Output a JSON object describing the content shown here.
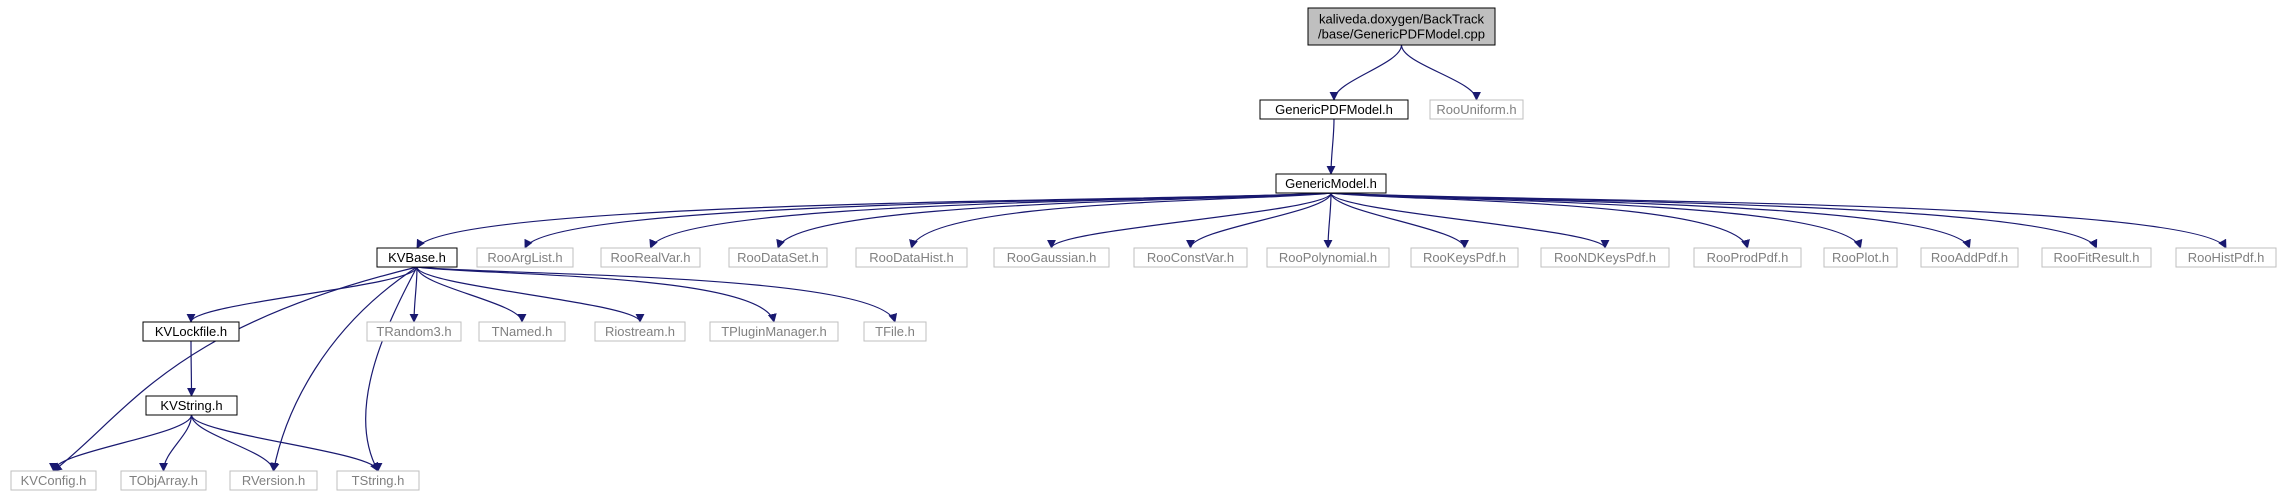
{
  "title": "kaliveda.doxygen/BackTrack/base/GenericPDFModel.cpp",
  "colors": {
    "edge": "#191970",
    "root_fill": "#bfbfbf",
    "documented_border": "#000000",
    "undocumented_border": "#bfbfbf",
    "undocumented_text": "#808080"
  },
  "nodes": [
    {
      "id": "root",
      "lines": [
        "kaliveda.doxygen/BackTrack",
        "/base/GenericPDFModel.cpp"
      ],
      "style": "root"
    },
    {
      "id": "genericpdfmodel_h",
      "lines": [
        "GenericPDFModel.h"
      ],
      "style": "documented"
    },
    {
      "id": "roouniform_h",
      "lines": [
        "RooUniform.h"
      ],
      "style": "external"
    },
    {
      "id": "genericmodel_h",
      "lines": [
        "GenericModel.h"
      ],
      "style": "documented"
    },
    {
      "id": "kvbase_h",
      "lines": [
        "KVBase.h"
      ],
      "style": "documented"
    },
    {
      "id": "rooarglist_h",
      "lines": [
        "RooArgList.h"
      ],
      "style": "external"
    },
    {
      "id": "roorealvar_h",
      "lines": [
        "RooRealVar.h"
      ],
      "style": "external"
    },
    {
      "id": "roodataset_h",
      "lines": [
        "RooDataSet.h"
      ],
      "style": "external"
    },
    {
      "id": "roodatahist_h",
      "lines": [
        "RooDataHist.h"
      ],
      "style": "external"
    },
    {
      "id": "roogaussian_h",
      "lines": [
        "RooGaussian.h"
      ],
      "style": "external"
    },
    {
      "id": "rooconstvar_h",
      "lines": [
        "RooConstVar.h"
      ],
      "style": "external"
    },
    {
      "id": "roopolynomial_h",
      "lines": [
        "RooPolynomial.h"
      ],
      "style": "external"
    },
    {
      "id": "rookeyspdf_h",
      "lines": [
        "RooKeysPdf.h"
      ],
      "style": "external"
    },
    {
      "id": "roondkeyspdf_h",
      "lines": [
        "RooNDKeysPdf.h"
      ],
      "style": "external"
    },
    {
      "id": "rooprodpdf_h",
      "lines": [
        "RooProdPdf.h"
      ],
      "style": "external"
    },
    {
      "id": "rooplot_h",
      "lines": [
        "RooPlot.h"
      ],
      "style": "external"
    },
    {
      "id": "rooaddpdf_h",
      "lines": [
        "RooAddPdf.h"
      ],
      "style": "external"
    },
    {
      "id": "roofitresult_h",
      "lines": [
        "RooFitResult.h"
      ],
      "style": "external"
    },
    {
      "id": "roohistpdf_h",
      "lines": [
        "RooHistPdf.h"
      ],
      "style": "external"
    },
    {
      "id": "kvlockfile_h",
      "lines": [
        "KVLockfile.h"
      ],
      "style": "documented"
    },
    {
      "id": "trandom3_h",
      "lines": [
        "TRandom3.h"
      ],
      "style": "external"
    },
    {
      "id": "tnamed_h",
      "lines": [
        "TNamed.h"
      ],
      "style": "external"
    },
    {
      "id": "riostream_h",
      "lines": [
        "Riostream.h"
      ],
      "style": "external"
    },
    {
      "id": "tpluginmanager_h",
      "lines": [
        "TPluginManager.h"
      ],
      "style": "external"
    },
    {
      "id": "tfile_h",
      "lines": [
        "TFile.h"
      ],
      "style": "external"
    },
    {
      "id": "kvstring_h",
      "lines": [
        "KVString.h"
      ],
      "style": "documented"
    },
    {
      "id": "kvconfig_h",
      "lines": [
        "KVConfig.h"
      ],
      "style": "external"
    },
    {
      "id": "tobjarray_h",
      "lines": [
        "TObjArray.h"
      ],
      "style": "external"
    },
    {
      "id": "rversion_h",
      "lines": [
        "RVersion.h"
      ],
      "style": "external"
    },
    {
      "id": "tstring_h",
      "lines": [
        "TString.h"
      ],
      "style": "external"
    }
  ],
  "edges": [
    [
      "root",
      "genericpdfmodel_h"
    ],
    [
      "root",
      "roouniform_h"
    ],
    [
      "genericpdfmodel_h",
      "genericmodel_h"
    ],
    [
      "genericmodel_h",
      "kvbase_h"
    ],
    [
      "genericmodel_h",
      "rooarglist_h"
    ],
    [
      "genericmodel_h",
      "roorealvar_h"
    ],
    [
      "genericmodel_h",
      "roodataset_h"
    ],
    [
      "genericmodel_h",
      "roodatahist_h"
    ],
    [
      "genericmodel_h",
      "roogaussian_h"
    ],
    [
      "genericmodel_h",
      "rooconstvar_h"
    ],
    [
      "genericmodel_h",
      "roopolynomial_h"
    ],
    [
      "genericmodel_h",
      "rookeyspdf_h"
    ],
    [
      "genericmodel_h",
      "roondkeyspdf_h"
    ],
    [
      "genericmodel_h",
      "rooprodpdf_h"
    ],
    [
      "genericmodel_h",
      "rooplot_h"
    ],
    [
      "genericmodel_h",
      "rooaddpdf_h"
    ],
    [
      "genericmodel_h",
      "roofitresult_h"
    ],
    [
      "genericmodel_h",
      "roohistpdf_h"
    ],
    [
      "kvbase_h",
      "kvlockfile_h"
    ],
    [
      "kvbase_h",
      "kvconfig_h"
    ],
    [
      "kvbase_h",
      "rversion_h"
    ],
    [
      "kvbase_h",
      "tstring_h"
    ],
    [
      "kvbase_h",
      "trandom3_h"
    ],
    [
      "kvbase_h",
      "tnamed_h"
    ],
    [
      "kvbase_h",
      "riostream_h"
    ],
    [
      "kvbase_h",
      "tpluginmanager_h"
    ],
    [
      "kvbase_h",
      "tfile_h"
    ],
    [
      "kvlockfile_h",
      "kvstring_h"
    ],
    [
      "kvstring_h",
      "kvconfig_h"
    ],
    [
      "kvstring_h",
      "tobjarray_h"
    ],
    [
      "kvstring_h",
      "rversion_h"
    ],
    [
      "kvstring_h",
      "tstring_h"
    ]
  ]
}
